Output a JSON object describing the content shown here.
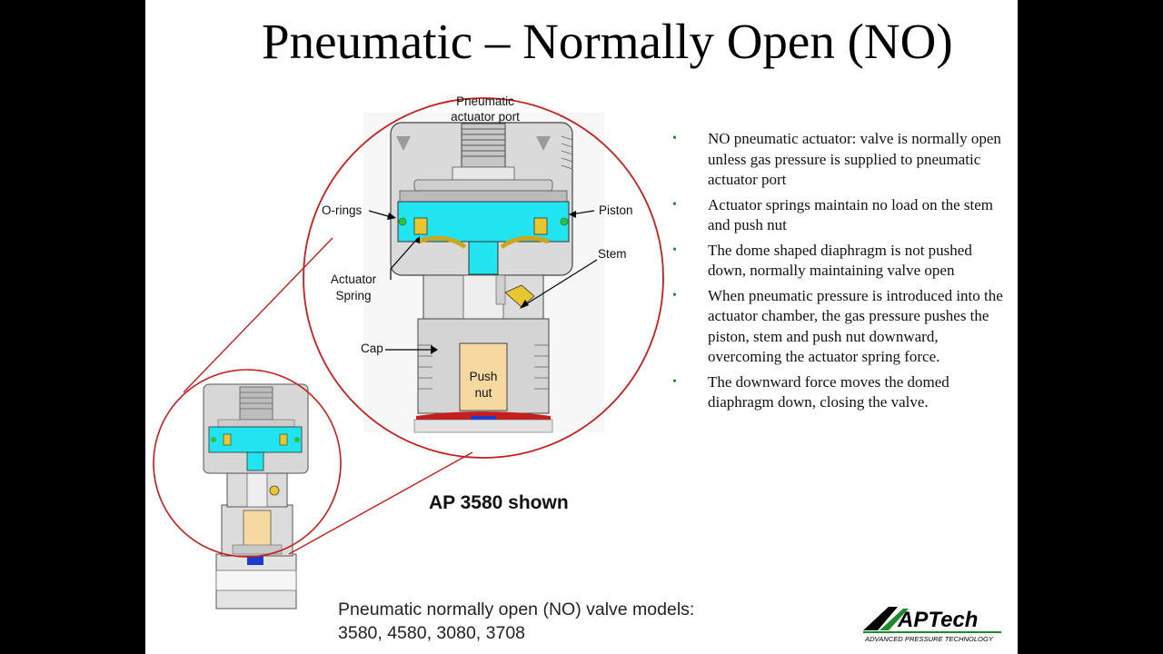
{
  "slide": {
    "title": "Pneumatic – Normally Open (NO)",
    "bullets": [
      "NO pneumatic actuator: valve is normally open unless gas pressure is supplied to pneumatic actuator port",
      "Actuator springs maintain no load on the stem and push nut",
      "The dome shaped diaphragm is not pushed down, normally maintaining valve open",
      "When pneumatic pressure is introduced into the actuator chamber, the gas pressure pushes the piston, stem and push nut downward, overcoming the actuator spring force.",
      "The downward force moves the domed diaphragm down, closing the valve."
    ],
    "bullet_marker": "•",
    "caption": "AP 3580 shown",
    "models_line1": "Pneumatic normally open (NO) valve models:",
    "models_line2": "3580, 4580, 3080, 3708"
  },
  "diagram": {
    "labels": {
      "port_line1": "Pneumatic",
      "port_line2": "actuator port",
      "orings": "O-rings",
      "piston": "Piston",
      "stem": "Stem",
      "spring_line1": "Actuator",
      "spring_line2": "Spring",
      "cap": "Cap",
      "pushnut_line1": "Push",
      "pushnut_line2": "nut"
    },
    "colors": {
      "piston": "#22e3f0",
      "push_nut": "#f6d9a0",
      "callout_circle": "#c41e1e",
      "body": "#d9d9d9",
      "oring": "#2fbf3a",
      "spring": "#e8c630",
      "seat": "#1a3ad0"
    }
  },
  "logo": {
    "brand": "APTech",
    "tagline": "ADVANCED PRESSURE TECHNOLOGY",
    "accent": "#1e8a2e"
  }
}
